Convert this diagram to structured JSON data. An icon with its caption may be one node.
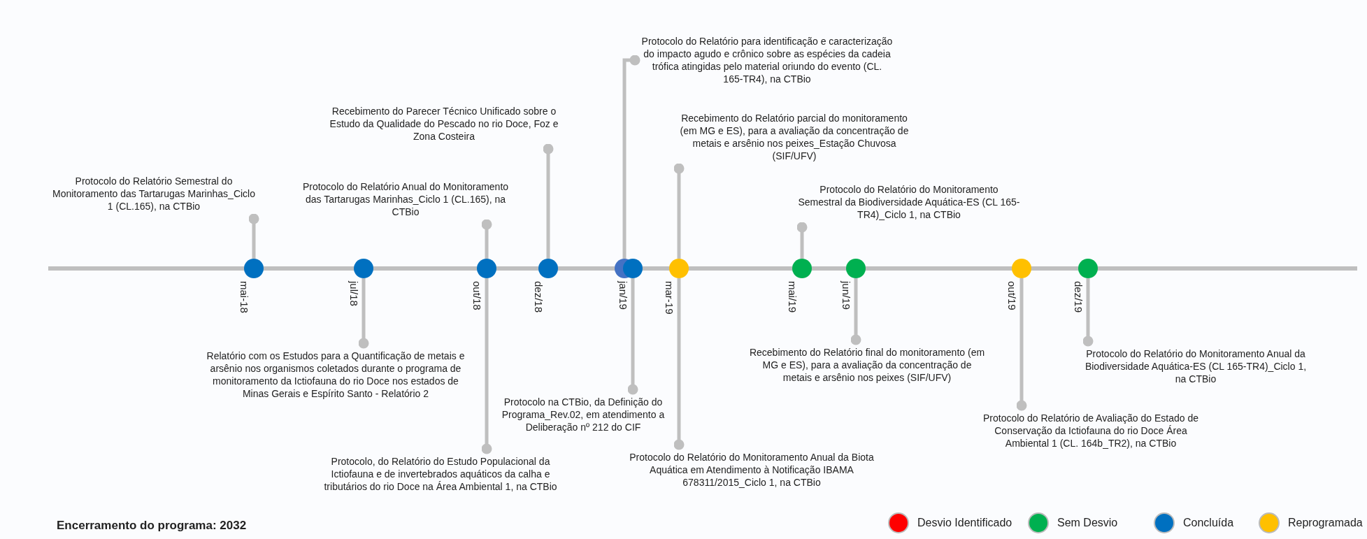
{
  "diagram": {
    "nodes": [
      {
        "text": [],
        "shape": "circle",
        "beside": [
          "mai-18"
        ]
      },
      {
        "text": [],
        "shape": "circle",
        "beside": [
          "jul/18"
        ]
      },
      {
        "text": [],
        "shape": "circle",
        "beside": [
          "out/18"
        ]
      },
      {
        "text": [],
        "shape": "circle",
        "beside": [
          "dez/18"
        ]
      },
      {
        "text": [],
        "shape": "circle"
      },
      {
        "text": [],
        "shape": "circle",
        "beside": [
          "jan/19"
        ]
      },
      {
        "text": [],
        "shape": "circle",
        "beside": [
          "mar-19"
        ]
      },
      {
        "text": [],
        "shape": "circle",
        "beside": [
          "mai/19"
        ]
      },
      {
        "text": [],
        "shape": "circle",
        "beside": [
          "jun/19"
        ]
      },
      {
        "text": [],
        "shape": "circle",
        "beside": [
          "out/19"
        ]
      },
      {
        "text": [],
        "shape": "circle",
        "beside": [
          "dez/19"
        ]
      },
      {
        "text": [
          "Protocolo do Relatório para identificação e caracterização do impacto agudo e crônico sobre as espécies da cadeia trófica atingidas pelo material oriundo do evento (CL. 165-TR4), na CTBio"
        ]
      },
      {
        "text": [
          "Recebimento do Parecer Técnico Unificado sobre o Estudo da Qualidade do Pescado no rio Doce, Foz e Zona Costeira"
        ]
      },
      {
        "text": [
          "Recebimento do Relatório parcial do monitoramento (em MG e ES), para a avaliação da concentração de metais e arsênio nos peixes_Estação Chuvosa (SIF/UFV)"
        ]
      },
      {
        "text": [
          "Protocolo do Relatório Semestral do Monitoramento das Tartarugas Marinhas_Ciclo 1 (CL.165), na CTBio"
        ]
      },
      {
        "text": [
          "Protocolo do Relatório Anual do Monitoramento das Tartarugas Marinhas_Ciclo 1 (CL.165), na CTBio"
        ]
      },
      {
        "text": [
          "Protocolo do Relatório do Monitoramento Semestral da Biodiversidade Aquática-ES (CL 165-TR4)_Ciclo 1, na CTBio"
        ]
      },
      {
        "text": [
          "Relatório com os Estudos para a Quantificação de metais e arsênio nos organismos coletados durante o programa de monitoramento da Ictiofauna do rio Doce nos estados de Minas Gerais e Espírito Santo - Relatório 2"
        ]
      },
      {
        "text": [
          "Recebimento do Relatório final do monitoramento (em MG e ES), para a avaliação da concentração de metais e arsênio nos peixes (SIF/UFV)"
        ]
      },
      {
        "text": [
          "Protocolo do Relatório do Monitoramento Anual da Biodiversidade Aquática-ES (CL 165-TR4)_Ciclo 1, na CTBio"
        ]
      },
      {
        "text": [
          "Protocolo na CTBio, da Definição do Programa_Rev.02, em atendimento a Deliberação nº 212 do CIF"
        ]
      },
      {
        "text": [
          "Protocolo do Relatório de Avaliação do Estado de Conservação da Ictiofauna do rio Doce Área Ambiental 1 (CL. 164b_TR2), na CTBio"
        ]
      },
      {
        "text": [
          "Protocolo, do Relatório do Estudo Populacional da Ictiofauna e de invertebrados aquáticos da calha e tributários do rio Doce na Área Ambiental 1, na CTBio"
        ]
      },
      {
        "text": [
          "Protocolo do Relatório do Monitoramento Anual da Biota Aquática em Atendimento à Notificação IBAMA 678311/2015_Ciclo 1, na CTBio"
        ]
      }
    ],
    "edges": [
      {
        "from": 4,
        "to": 11,
        "arrow": "other"
      },
      {
        "from": 3,
        "to": 12,
        "arrow": "other"
      },
      {
        "from": 6,
        "to": 13,
        "arrow": "other"
      },
      {
        "from": 0,
        "to": 14,
        "arrow": "other"
      },
      {
        "from": 2,
        "to": 15,
        "arrow": "other"
      },
      {
        "from": 7,
        "to": 16,
        "arrow": "other"
      },
      {
        "from": 1,
        "to": 17,
        "arrow": "other"
      },
      {
        "from": 8,
        "to": 18,
        "arrow": "other"
      },
      {
        "from": 10,
        "to": 19,
        "arrow": "other"
      },
      {
        "from": 5,
        "to": 20,
        "arrow": "other"
      },
      {
        "from": 9,
        "to": 21,
        "arrow": "other"
      },
      {
        "from": 2,
        "to": 22,
        "arrow": "other"
      },
      {
        "from": 6,
        "to": 23,
        "arrow": "other"
      }
    ],
    "labels": [
      "Encerramento do programa: 2032"
    ],
    "legend": [
      {
        "text": "Desvio Identificado",
        "color": "#ff0000"
      },
      {
        "text": "Sem Desvio",
        "color": "#00b050"
      },
      {
        "text": "Concluída",
        "color": "#0070c0"
      },
      {
        "text": "Reprogramada",
        "color": "#ffc000"
      }
    ]
  }
}
